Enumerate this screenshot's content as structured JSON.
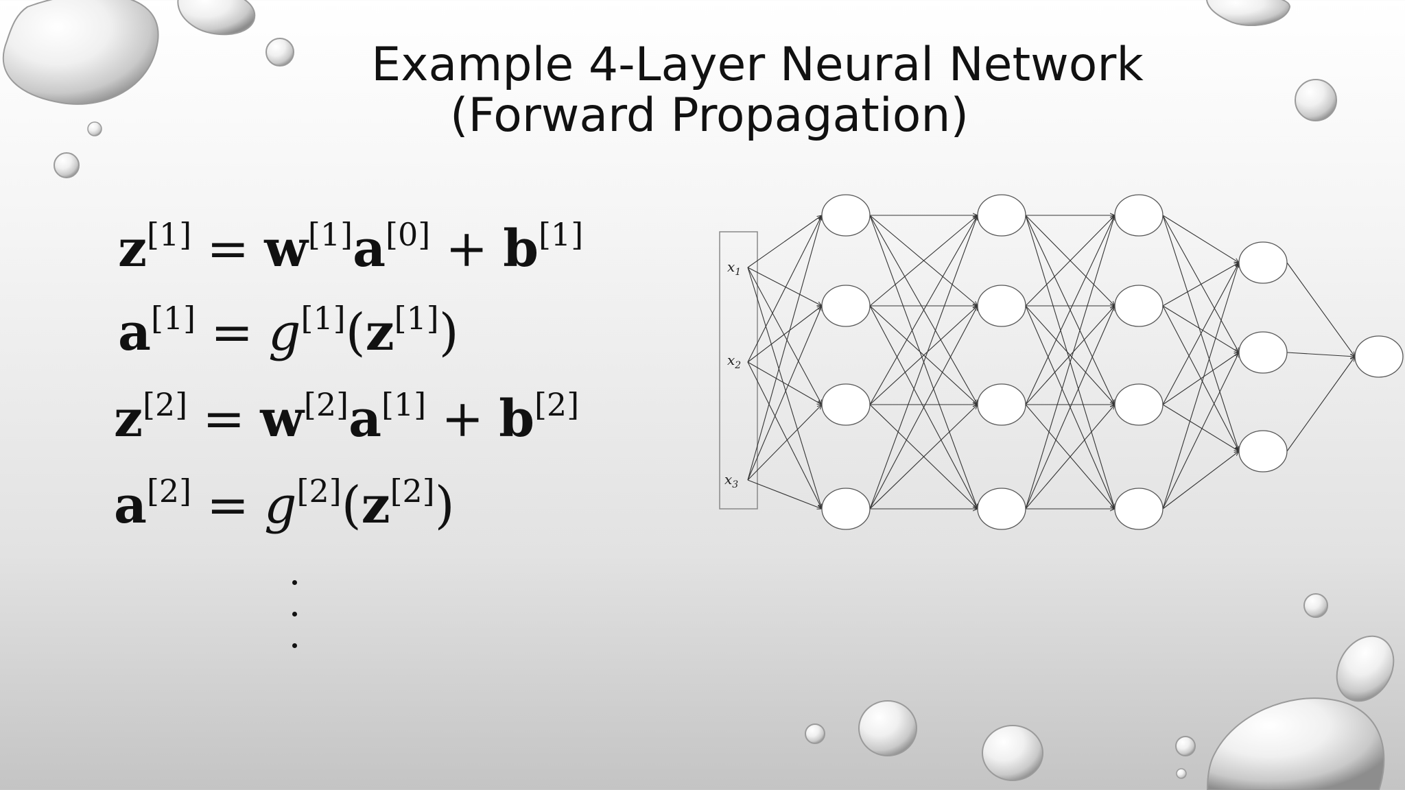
{
  "title": {
    "line1": "Example 4-Layer Neural Network",
    "line2": "(Forward Propagation)"
  },
  "equations": [
    {
      "lhs": "z",
      "lhs_sup": "[1]",
      "w": "w",
      "w_sup": "[1]",
      "a": "a",
      "a_sup": "[0]",
      "b": "b",
      "b_sup": "[1]"
    },
    {
      "lhs": "a",
      "lhs_sup": "[1]",
      "g": "g",
      "g_sup": "[1]",
      "arg": "z",
      "arg_sup": "[1]"
    },
    {
      "lhs": "z",
      "lhs_sup": "[2]",
      "w": "w",
      "w_sup": "[2]",
      "a": "a",
      "a_sup": "[1]",
      "b": "b",
      "b_sup": "[2]"
    },
    {
      "lhs": "a",
      "lhs_sup": "[2]",
      "g": "g",
      "g_sup": "[2]",
      "arg": "z",
      "arg_sup": "[2]"
    }
  ],
  "network": {
    "inputs": [
      {
        "base": "x",
        "sub": "1"
      },
      {
        "base": "x",
        "sub": "2"
      },
      {
        "base": "x",
        "sub": "3"
      }
    ],
    "layer_sizes": [
      4,
      4,
      4,
      3,
      1
    ]
  },
  "colors": {
    "text": "#111111",
    "edge": "#333333",
    "node_fill": "#ffffff",
    "node_stroke": "#555555"
  }
}
